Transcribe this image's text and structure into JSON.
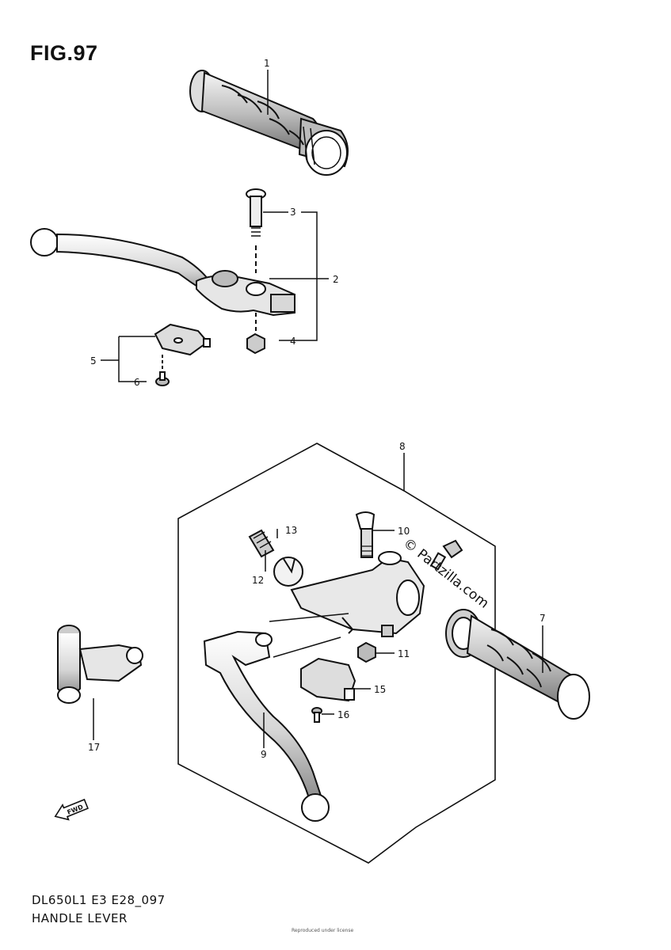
{
  "figure": {
    "title": "FIG.97",
    "code": "DL650L1 E3 E28_097",
    "name": "HANDLE LEVER",
    "copyright_tiny": "Reproduced under license",
    "watermark": "© Partzilla.com",
    "fwd_label": "FWD"
  },
  "callouts": {
    "c1": "1",
    "c2": "2",
    "c3": "3",
    "c4": "4",
    "c5": "5",
    "c6": "6",
    "c7": "7",
    "c8": "8",
    "c9": "9",
    "c10": "10",
    "c11": "11",
    "c12": "12",
    "c13": "13",
    "c15": "15",
    "c16": "16",
    "c17": "17"
  },
  "colors": {
    "ink": "#111111",
    "paper": "#ffffff",
    "shade": "#cfcfcf",
    "mid": "#9a9a9a"
  }
}
